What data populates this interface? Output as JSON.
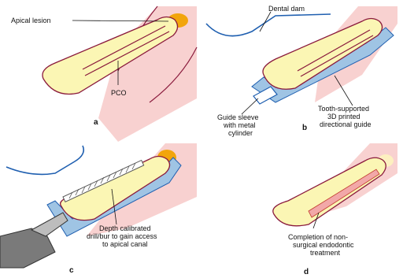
{
  "panels": {
    "a": {
      "letter": "a",
      "labels": {
        "apical_lesion": "Apical lesion",
        "pco": "PCO"
      }
    },
    "b": {
      "letter": "b",
      "labels": {
        "dental_dam": "Dental dam",
        "guide_sleeve": [
          "Guide sleeve",
          "with metal",
          "cylinder"
        ],
        "directional_guide": [
          "Tooth-supported",
          "3D printed",
          "directional guide"
        ]
      }
    },
    "c": {
      "letter": "c",
      "labels": {
        "depth_drill": [
          "Depth calibrated",
          "drill/bur to gain access",
          "to apical canal"
        ]
      }
    },
    "d": {
      "letter": "d",
      "labels": {
        "completion": [
          "Completion of non-",
          "surgical endodontic",
          "treatment"
        ]
      }
    }
  },
  "colors": {
    "tooth": "#fbf6b4",
    "pulp_outline": "#8a1a3c",
    "gingiva": "#f7c9c8",
    "lesion": "#f2a50c",
    "guide": "#9fc4e4",
    "dam": "#1f5fb0",
    "filling": "#f2a8a8",
    "drill": "#555555"
  },
  "icons": [
    "tooth-crown-illustration",
    "guide-sleeve-cylinder",
    "drill-handpiece"
  ]
}
